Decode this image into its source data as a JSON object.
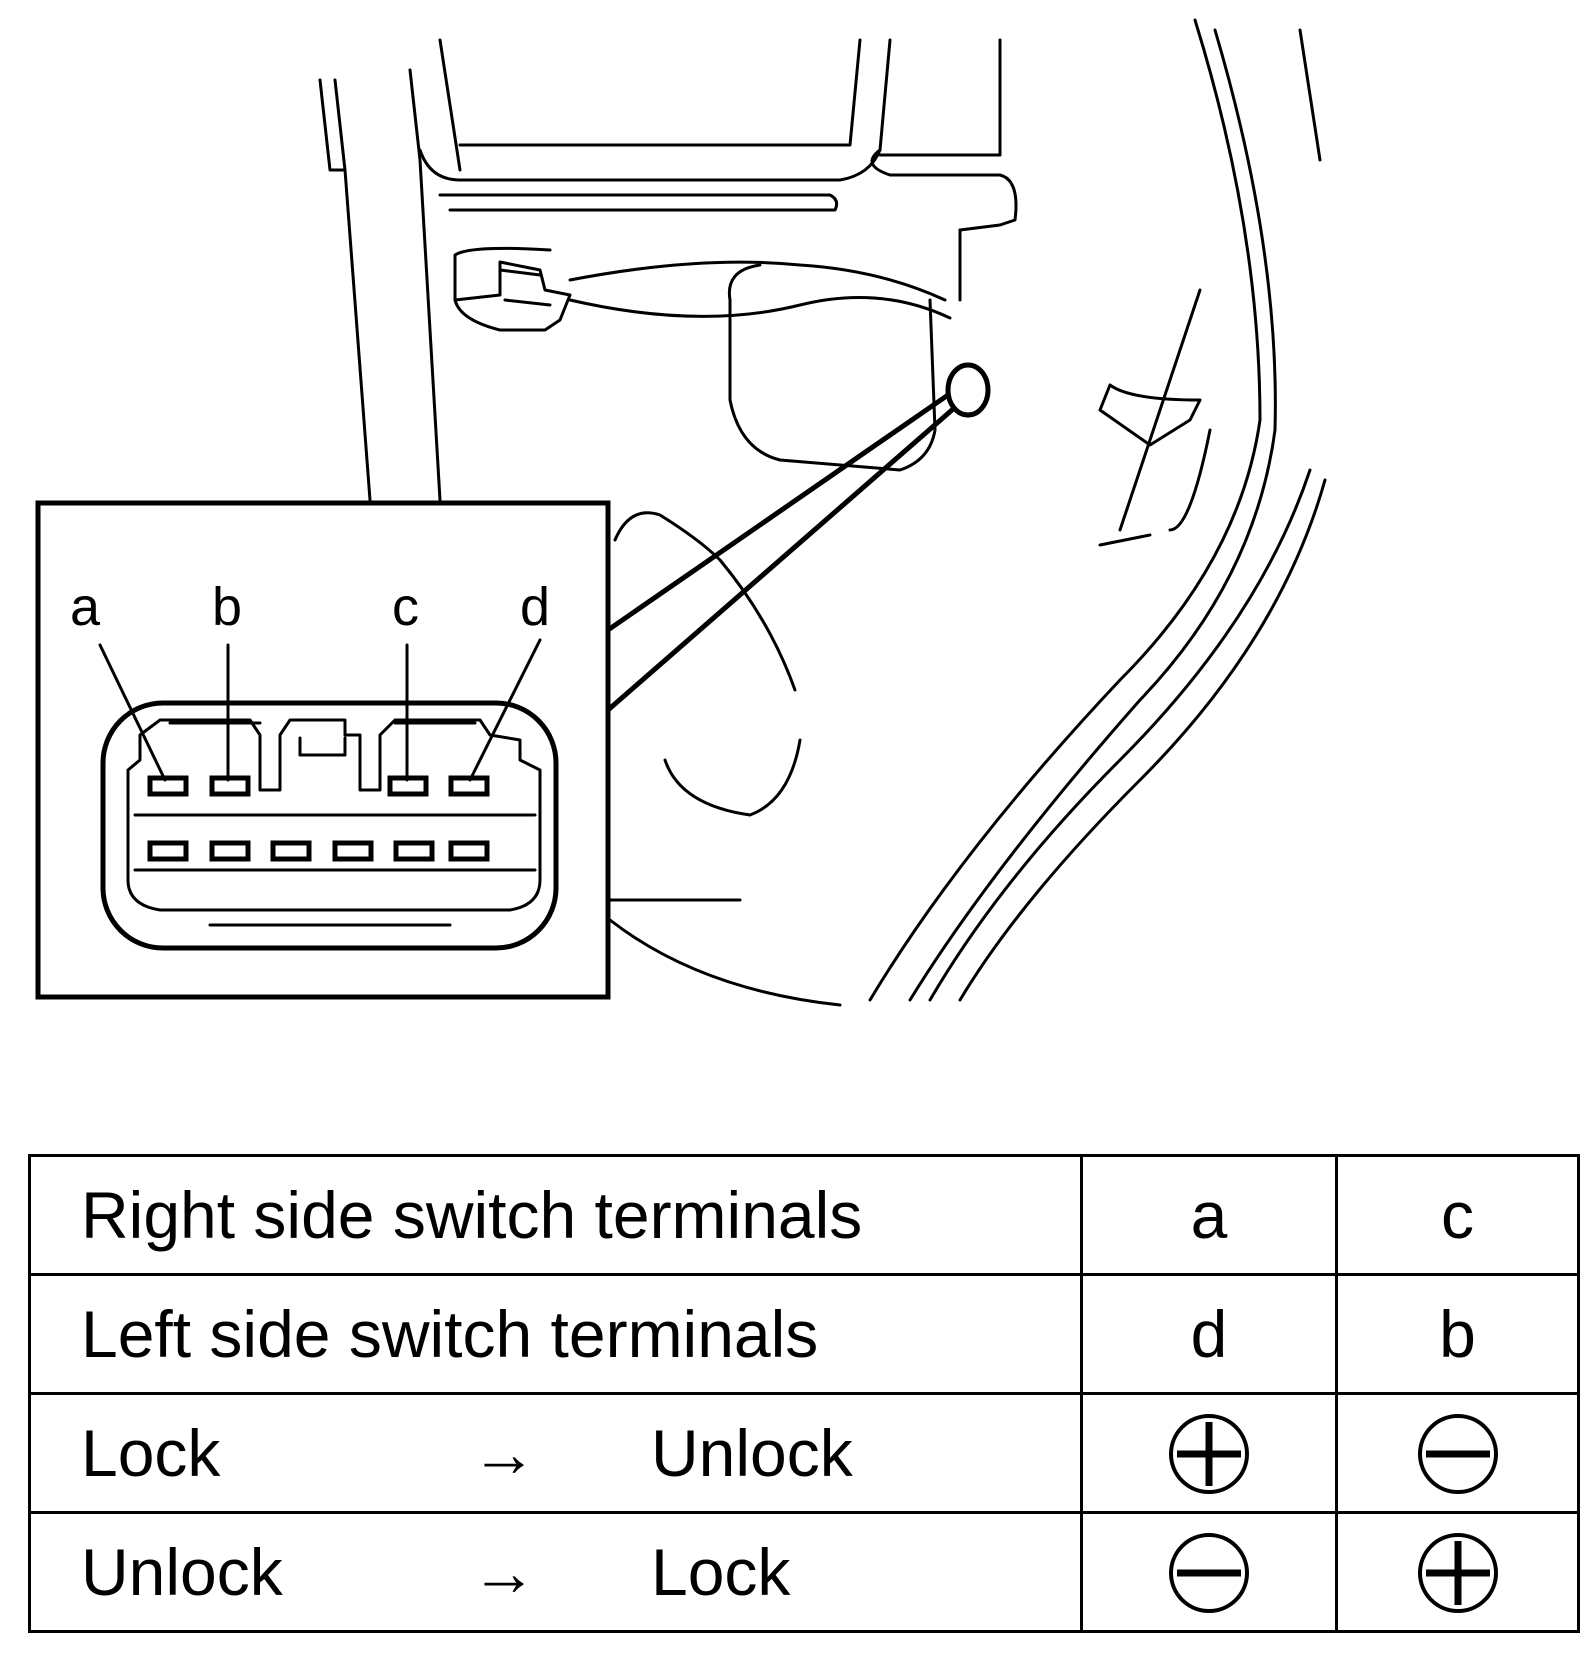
{
  "connector_labels": [
    "a",
    "b",
    "c",
    "d"
  ],
  "table": {
    "rows": [
      {
        "label": "Right side switch terminals",
        "col1": "a",
        "col2": "c"
      },
      {
        "label": "Left side switch terminals",
        "col1": "d",
        "col2": "b"
      }
    ],
    "operations": [
      {
        "from": "Lock",
        "arrow": "→",
        "to": "Unlock",
        "col1": "plus",
        "col2": "minus"
      },
      {
        "from": "Unlock",
        "arrow": "→",
        "to": "Lock",
        "col1": "minus",
        "col2": "plus"
      }
    ]
  }
}
